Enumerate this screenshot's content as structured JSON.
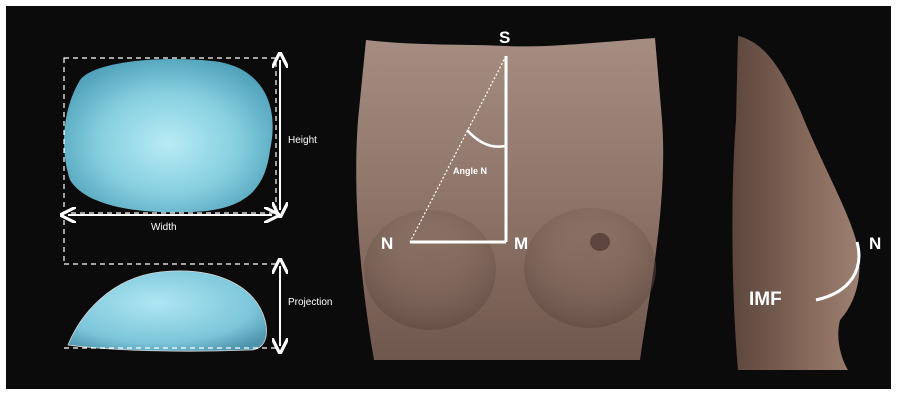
{
  "left_panel": {
    "height_label": "Height",
    "width_label": "Width",
    "projection_label": "Projection"
  },
  "front_view": {
    "point_s": "S",
    "point_n": "N",
    "point_m": "M",
    "angle_label": "Angle N"
  },
  "side_view": {
    "point_n": "N",
    "imf_label": "IMF"
  },
  "colors": {
    "background": "#0b0b0b",
    "breast_model": "#8fd3e3",
    "skin": "#8a7166",
    "annotation": "#ffffff"
  }
}
